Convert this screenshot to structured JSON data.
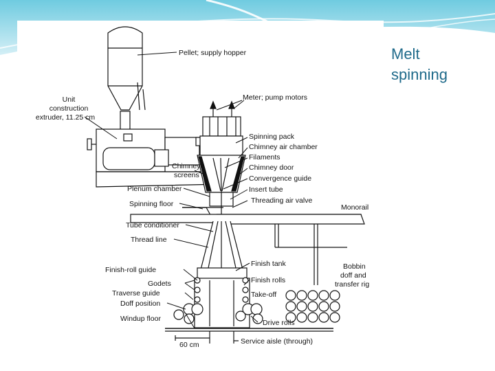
{
  "slide": {
    "title": "Melt\nspinning"
  },
  "colors": {
    "header_gradient_top": "#7fd3e6",
    "header_gradient_bottom": "#d9f1f7",
    "title_color": "#1f6a8a",
    "line_art": "#111111"
  },
  "diagram": {
    "labels": {
      "pellet_hopper": "Pellet; supply hopper",
      "unit_extruder_1": "Unit",
      "unit_extruder_2": "construction",
      "unit_extruder_3": "extruder, 11.25 cm",
      "meter_pump_motors": "Meter; pump motors",
      "spinning_pack": "Spinning pack",
      "chimney_air_chamber": "Chimney air chamber",
      "filaments": "Filaments",
      "chimney_door": "Chimney door",
      "convergence_guide": "Convergence guide",
      "insert_tube": "Insert tube",
      "threading_air_valve": "Threading air valve",
      "chimney_screens_1": "Chimney",
      "chimney_screens_2": "screens",
      "plenum_chamber": "Plenum chamber",
      "spinning_floor": "Spinning floor",
      "monorail": "Monorail",
      "tube_conditioner": "Tube conditioner",
      "thread_line": "Thread line",
      "finish_tank": "Finish tank",
      "finish_roll_guide": "Finish-roll guide",
      "finish_rolls": "Finish rolls",
      "godets": "Godets",
      "traverse_guide": "Traverse guide",
      "take_off": "Take-off",
      "doff_position": "Doff position",
      "windup_floor": "Windup floor",
      "drive_rolls": "Drive rolls",
      "bobbin_1": "Bobbin",
      "bobbin_2": "doff and",
      "bobbin_3": "transfer rig",
      "dimension": "60 cm",
      "service_aisle": "Service aisle (through)"
    }
  }
}
